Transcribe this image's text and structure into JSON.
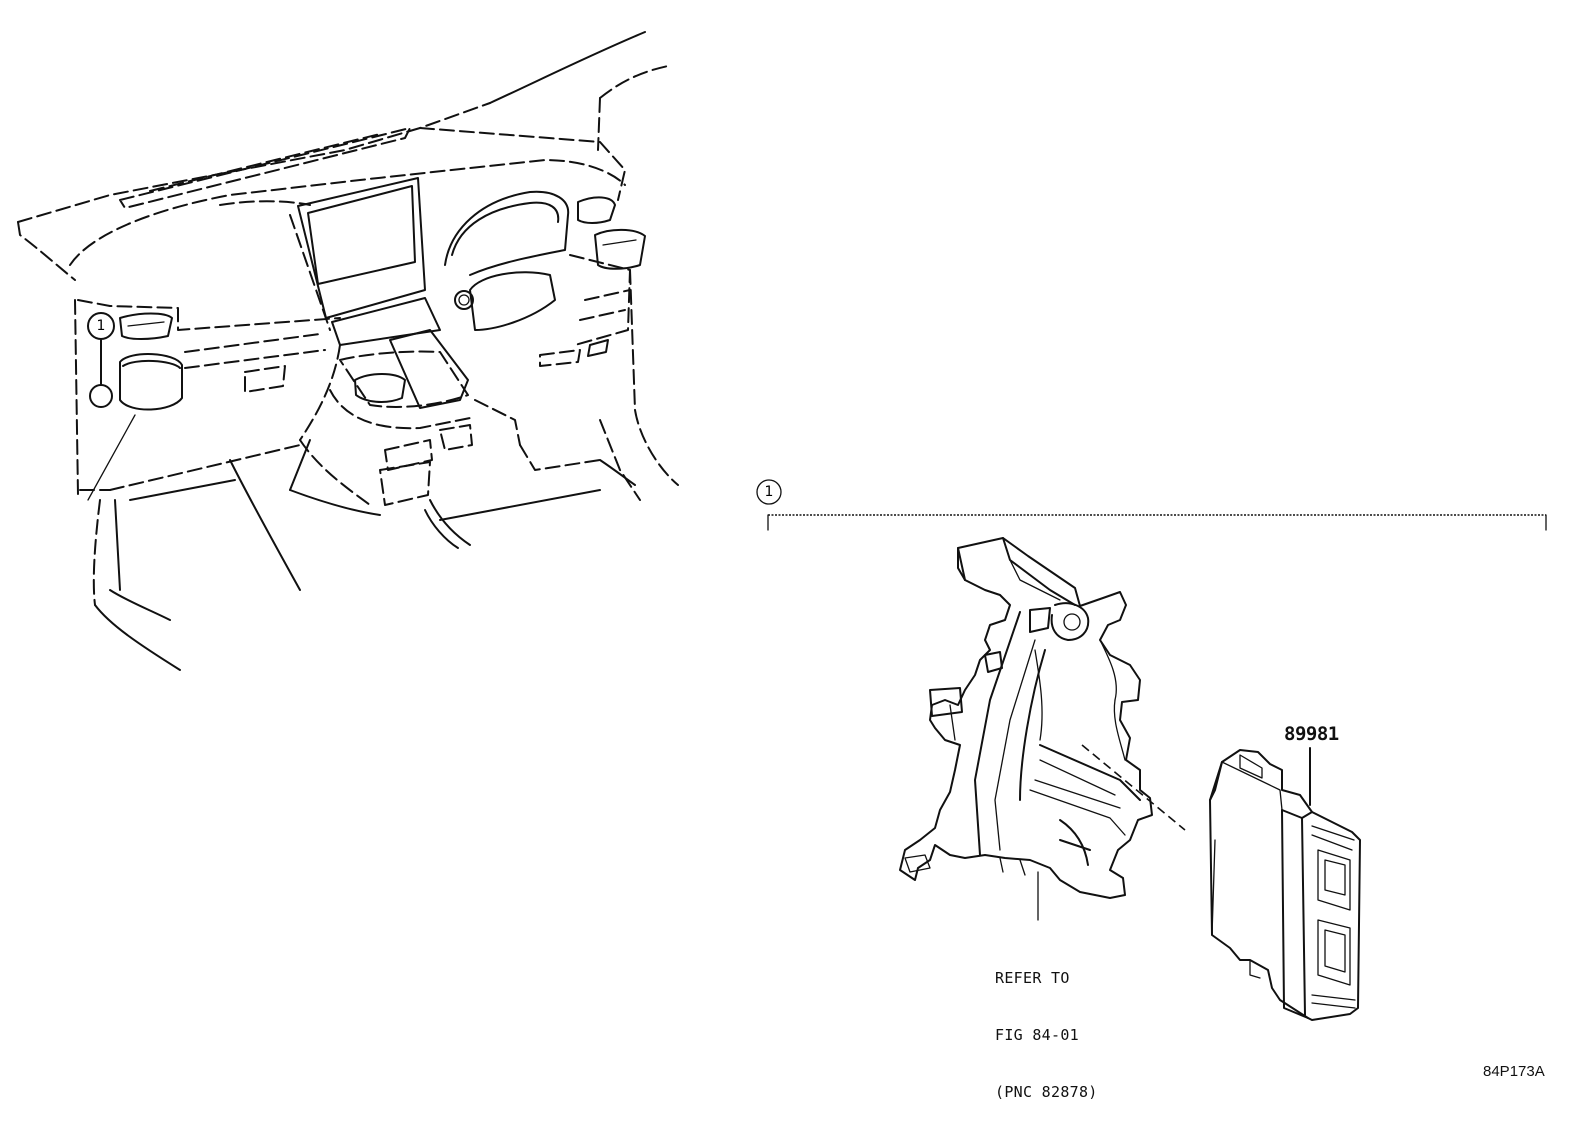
{
  "callouts": {
    "location_marker": "1",
    "detail_marker": "1"
  },
  "parts": {
    "module_part_number": "89981"
  },
  "reference": {
    "line1": "REFER TO",
    "line2": "FIG 84-01",
    "line3": "(PNC 82878)"
  },
  "figure_code": "84P173A"
}
